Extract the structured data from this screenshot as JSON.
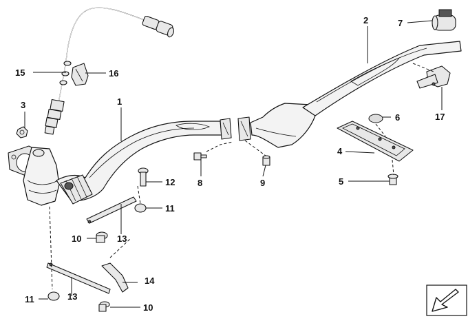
{
  "labels": {
    "p1": "1",
    "p2": "2",
    "p3": "3",
    "p4": "4",
    "p5": "5",
    "p6": "6",
    "p7": "7",
    "p8": "8",
    "p9": "9",
    "p10a": "10",
    "p10b": "10",
    "p11a": "11",
    "p11b": "11",
    "p12": "12",
    "p13a": "13",
    "p13b": "13",
    "p14": "14",
    "p15": "15",
    "p16": "16",
    "p17": "17"
  },
  "icons": {
    "corner_arrow": "arrow-down-left-icon"
  }
}
